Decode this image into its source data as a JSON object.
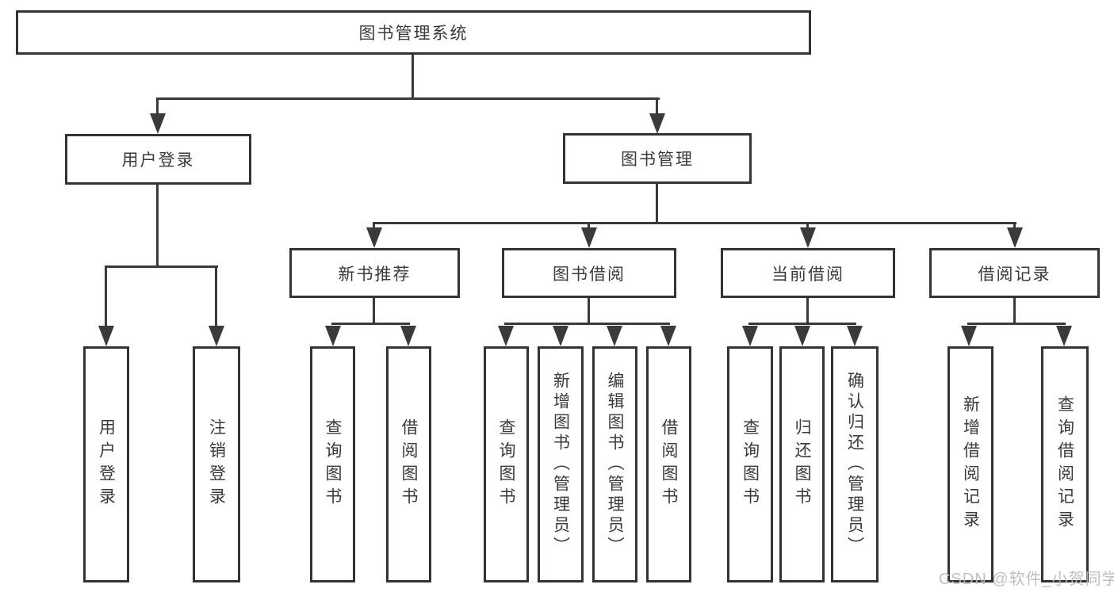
{
  "tree": {
    "label": "图书管理系统",
    "children": [
      {
        "label": "用户登录",
        "children": [
          {
            "label": "用户登录"
          },
          {
            "label": "注销登录"
          }
        ]
      },
      {
        "label": "图书管理",
        "children": [
          {
            "label": "新书推荐",
            "children": [
              {
                "label": "查询图书"
              },
              {
                "label": "借阅图书"
              }
            ]
          },
          {
            "label": "图书借阅",
            "children": [
              {
                "label": "查询图书"
              },
              {
                "label": "新增图书（管理员）"
              },
              {
                "label": "编辑图书（管理员）"
              },
              {
                "label": "借阅图书"
              }
            ]
          },
          {
            "label": "当前借阅",
            "children": [
              {
                "label": "查询图书"
              },
              {
                "label": "归还图书"
              },
              {
                "label": "确认归还（管理员）"
              }
            ]
          },
          {
            "label": "借阅记录",
            "children": [
              {
                "label": "新增借阅记录"
              },
              {
                "label": "查询借阅记录"
              }
            ]
          }
        ]
      }
    ]
  },
  "watermark": {
    "text": "CSDN @软件_小贺同学"
  },
  "colors": {
    "line": "#3a3a3a",
    "box_border": "#333333",
    "text": "#3a3a3a",
    "watermark": "#bababa",
    "background": "#ffffff"
  }
}
